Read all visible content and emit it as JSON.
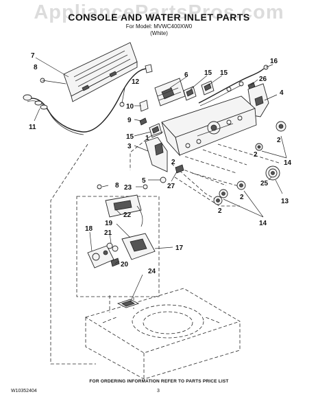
{
  "watermark": "AppliancePartsPros.com",
  "header": {
    "title": "CONSOLE AND WATER INLET PARTS",
    "model_line": "For Model: MVWC400XW0",
    "color_line": "(White)"
  },
  "callouts": [
    "7",
    "8",
    "11",
    "12",
    "6",
    "15",
    "15",
    "16",
    "26",
    "4",
    "10",
    "9",
    "15",
    "3",
    "1",
    "2",
    "2",
    "14",
    "2",
    "5",
    "27",
    "25",
    "13",
    "8",
    "23",
    "22",
    "19",
    "18",
    "21",
    "20",
    "17",
    "2",
    "2",
    "14",
    "24"
  ],
  "footer": {
    "order_note": "FOR ORDERING INFORMATION REFER TO PARTS PRICE LIST",
    "doc_number": "W10352404",
    "page_number": "3"
  }
}
